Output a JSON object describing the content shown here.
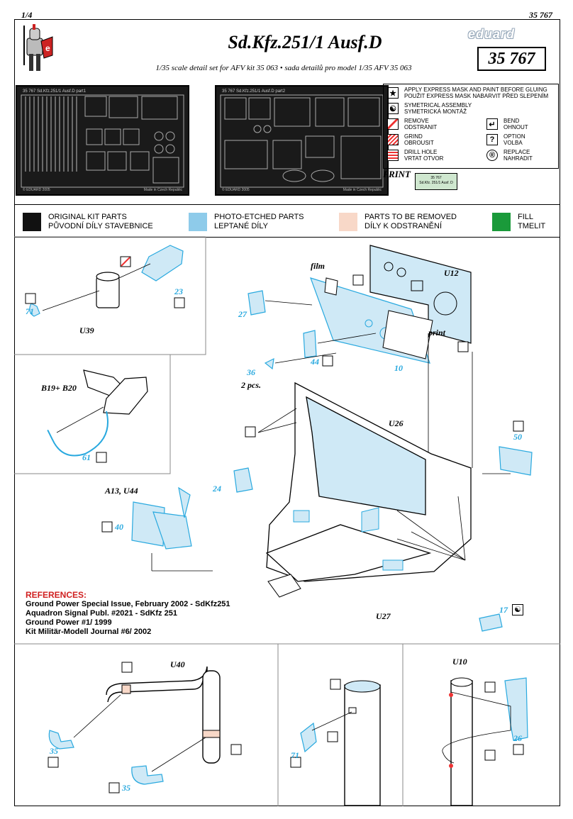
{
  "header": {
    "page": "1/4",
    "code_top": "35 767"
  },
  "brand": {
    "logo_text": "eduard",
    "code": "35 767"
  },
  "title": "Sd.Kfz.251/1 Ausf.D",
  "subtitle": "1/35 scale detail set for AFV kit 35 063 • sada detailů pro model 1/35 AFV 35 063",
  "frets": [
    {
      "label": "35 767  Sd.Kfz.251/1 Ausf.D  part1",
      "foot_left": "© EDUARD 2005",
      "foot_right": "Made in Czech Republic"
    },
    {
      "label": "35 767  Sd.Kfz.251/1 Ausf.D  part2",
      "foot_left": "© EDUARD 2005",
      "foot_right": "Made in Czech Republic"
    }
  ],
  "legend": [
    {
      "icon": "star-icon",
      "glyph": "★",
      "text": "APPLY EXPRESS MASK AND PAINT BEFORE GLUING\nPOUŽIT EXPRESS MASK NABARVIT PŘED SLEPENÍM"
    },
    {
      "icon": "yin-yang-icon",
      "glyph": "☯",
      "text": "SYMETRICAL ASSEMBLY\nSYMETRICKÁ MONTÁŽ"
    },
    {
      "icon": "remove-icon",
      "glyph": "",
      "text": "REMOVE\nODSTRANIT"
    },
    {
      "icon": "bend-icon",
      "glyph": "↵",
      "text": "BEND\nOHNOUT"
    },
    {
      "icon": "grind-icon",
      "glyph": "",
      "text": "GRIND\nOBROUSIT"
    },
    {
      "icon": "option-icon",
      "glyph": "?",
      "text": "OPTION\nVOLBA"
    },
    {
      "icon": "drill-icon",
      "glyph": "",
      "text": "DRILL HOLE\nVRTAT OTVOR"
    },
    {
      "icon": "replace-icon",
      "glyph": "®",
      "text": "REPLACE\nNAHRADIT"
    }
  ],
  "print": {
    "label": "PRINT",
    "thumb_line1": "35 767",
    "thumb_line2": "Sd.Kfz. 251/1 Ausf. D"
  },
  "color_key": [
    {
      "color": "#111111",
      "line1": "ORIGINAL KIT PARTS",
      "line2": "PŮVODNÍ DÍLY STAVEBNICE"
    },
    {
      "color": "#8ecbea",
      "line1": "PHOTO-ETCHED PARTS",
      "line2": "LEPTANÉ DÍLY"
    },
    {
      "color": "#f8d8c8",
      "line1": "PARTS TO BE REMOVED",
      "line2": "DÍLY K ODSTRANĚNÍ"
    },
    {
      "color": "#1a9a3a",
      "line1": "FILL",
      "line2": "TMELIT"
    }
  ],
  "labels": {
    "u39": "U39",
    "p71a": "71",
    "p23": "23",
    "b19b20": "B19+ B20",
    "p61": "61",
    "a13u44": "A13, U44",
    "p40": "40",
    "film": "film",
    "u12": "U12",
    "print": "print",
    "p27": "27",
    "p36": "36",
    "two_pcs": "2 pcs.",
    "p44": "44",
    "p10": "10",
    "u26": "U26",
    "p50": "50",
    "p24": "24",
    "p17": "17",
    "u27": "U27",
    "u40": "U40",
    "p35a": "35",
    "p35b": "35",
    "p71b": "71",
    "u10": "U10",
    "p26": "26"
  },
  "references": {
    "heading": "REFERENCES:",
    "items": [
      "Ground Power Special Issue, February 2002 - SdKfz251",
      "Aquadron Signal Publ. #2021 - SdKfz 251",
      "Ground Power #1/ 1999",
      "Kit Militär-Modell Journal #6/ 2002"
    ]
  }
}
